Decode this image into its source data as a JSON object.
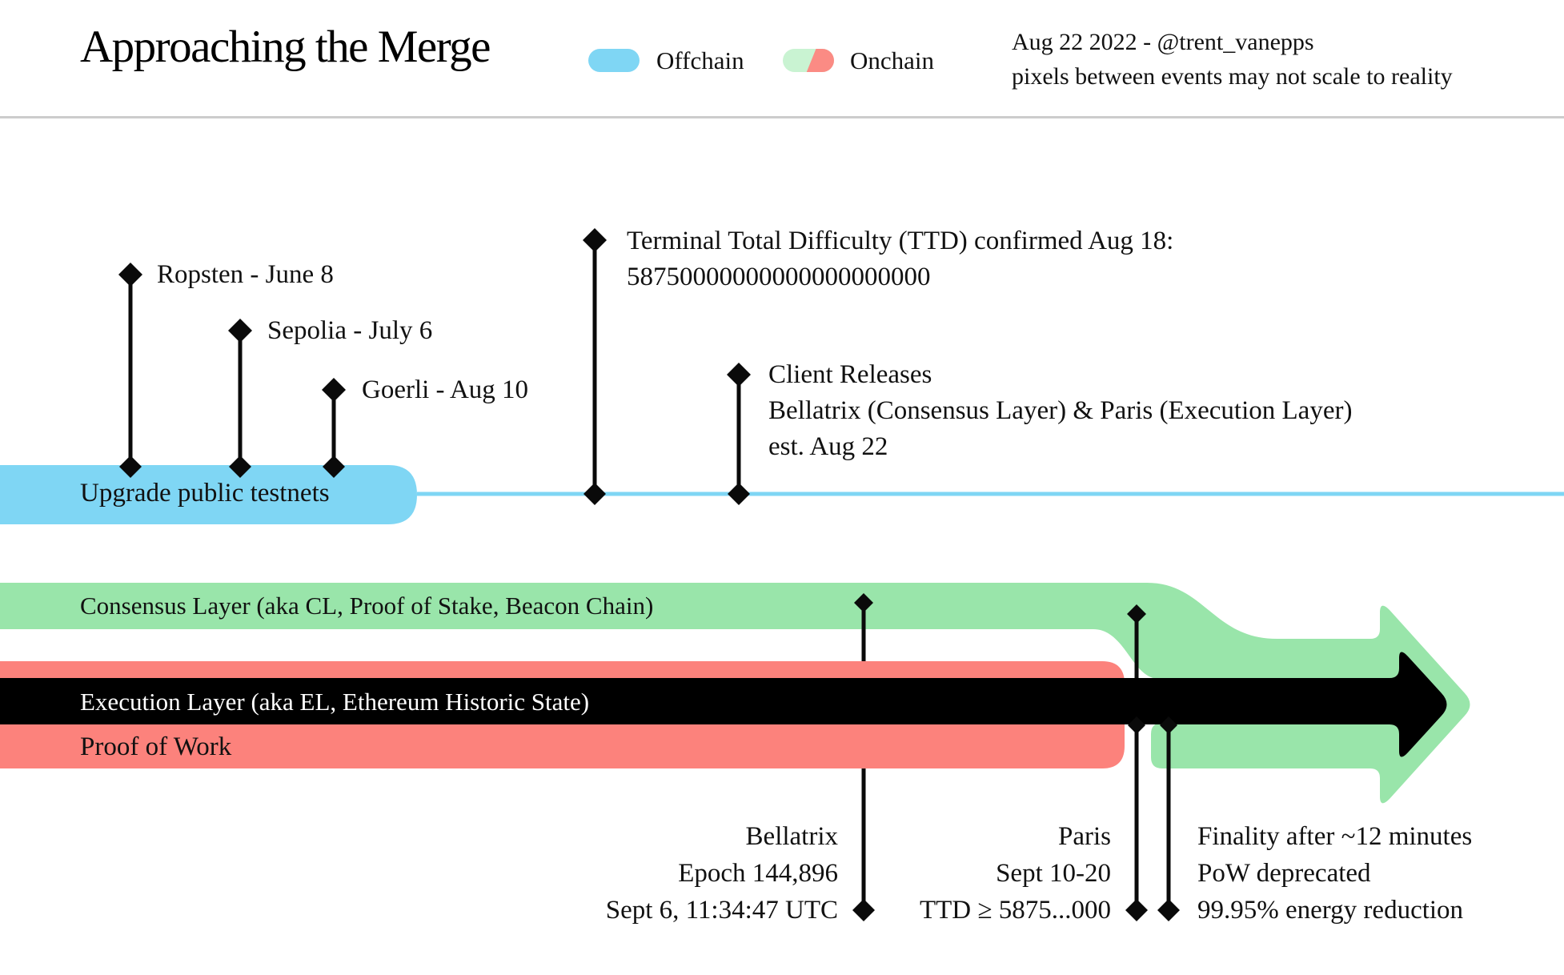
{
  "header": {
    "title": "Approaching the Merge",
    "legend": {
      "offchain_label": "Offchain",
      "onchain_label": "Onchain"
    },
    "attribution_line1": "Aug 22 2022 - @trent_vanepps",
    "attribution_line2": "pixels between events may not scale to reality"
  },
  "colors": {
    "offchain_blue": "#7fd6f4",
    "onchain_green": "#99e5aa",
    "onchain_red": "#fc827c",
    "legend_mint": "#c9f3d2",
    "legend_red": "#fb8b84",
    "marker_black": "#0a0a0a"
  },
  "timeline": {
    "testnets": [
      {
        "label": "Ropsten - June 8"
      },
      {
        "label": "Sepolia - July 6"
      },
      {
        "label": "Goerli - Aug 10"
      }
    ],
    "ttd": {
      "line1": "Terminal Total Difficulty (TTD) confirmed Aug 18:",
      "line2": "58750000000000000000000"
    },
    "client_releases": {
      "line1": "Client Releases",
      "line2": "Bellatrix (Consensus Layer) & Paris (Execution Layer)",
      "line3": "est. Aug 22"
    }
  },
  "bars": {
    "offchain_label": "Upgrade public testnets",
    "consensus_label": "Consensus Layer (aka CL, Proof of Stake, Beacon Chain)",
    "execution_label": "Execution Layer (aka EL, Ethereum Historic State)",
    "pow_label": "Proof of Work"
  },
  "events": {
    "bellatrix": {
      "line1": "Bellatrix",
      "line2": "Epoch 144,896",
      "line3": "Sept 6, 11:34:47 UTC"
    },
    "paris": {
      "line1": "Paris",
      "line2": "Sept 10-20",
      "line3": "TTD ≥ 5875...000"
    },
    "finality": {
      "line1": "Finality after ~12 minutes",
      "line2": "PoW deprecated",
      "line3": "99.95% energy reduction"
    }
  }
}
